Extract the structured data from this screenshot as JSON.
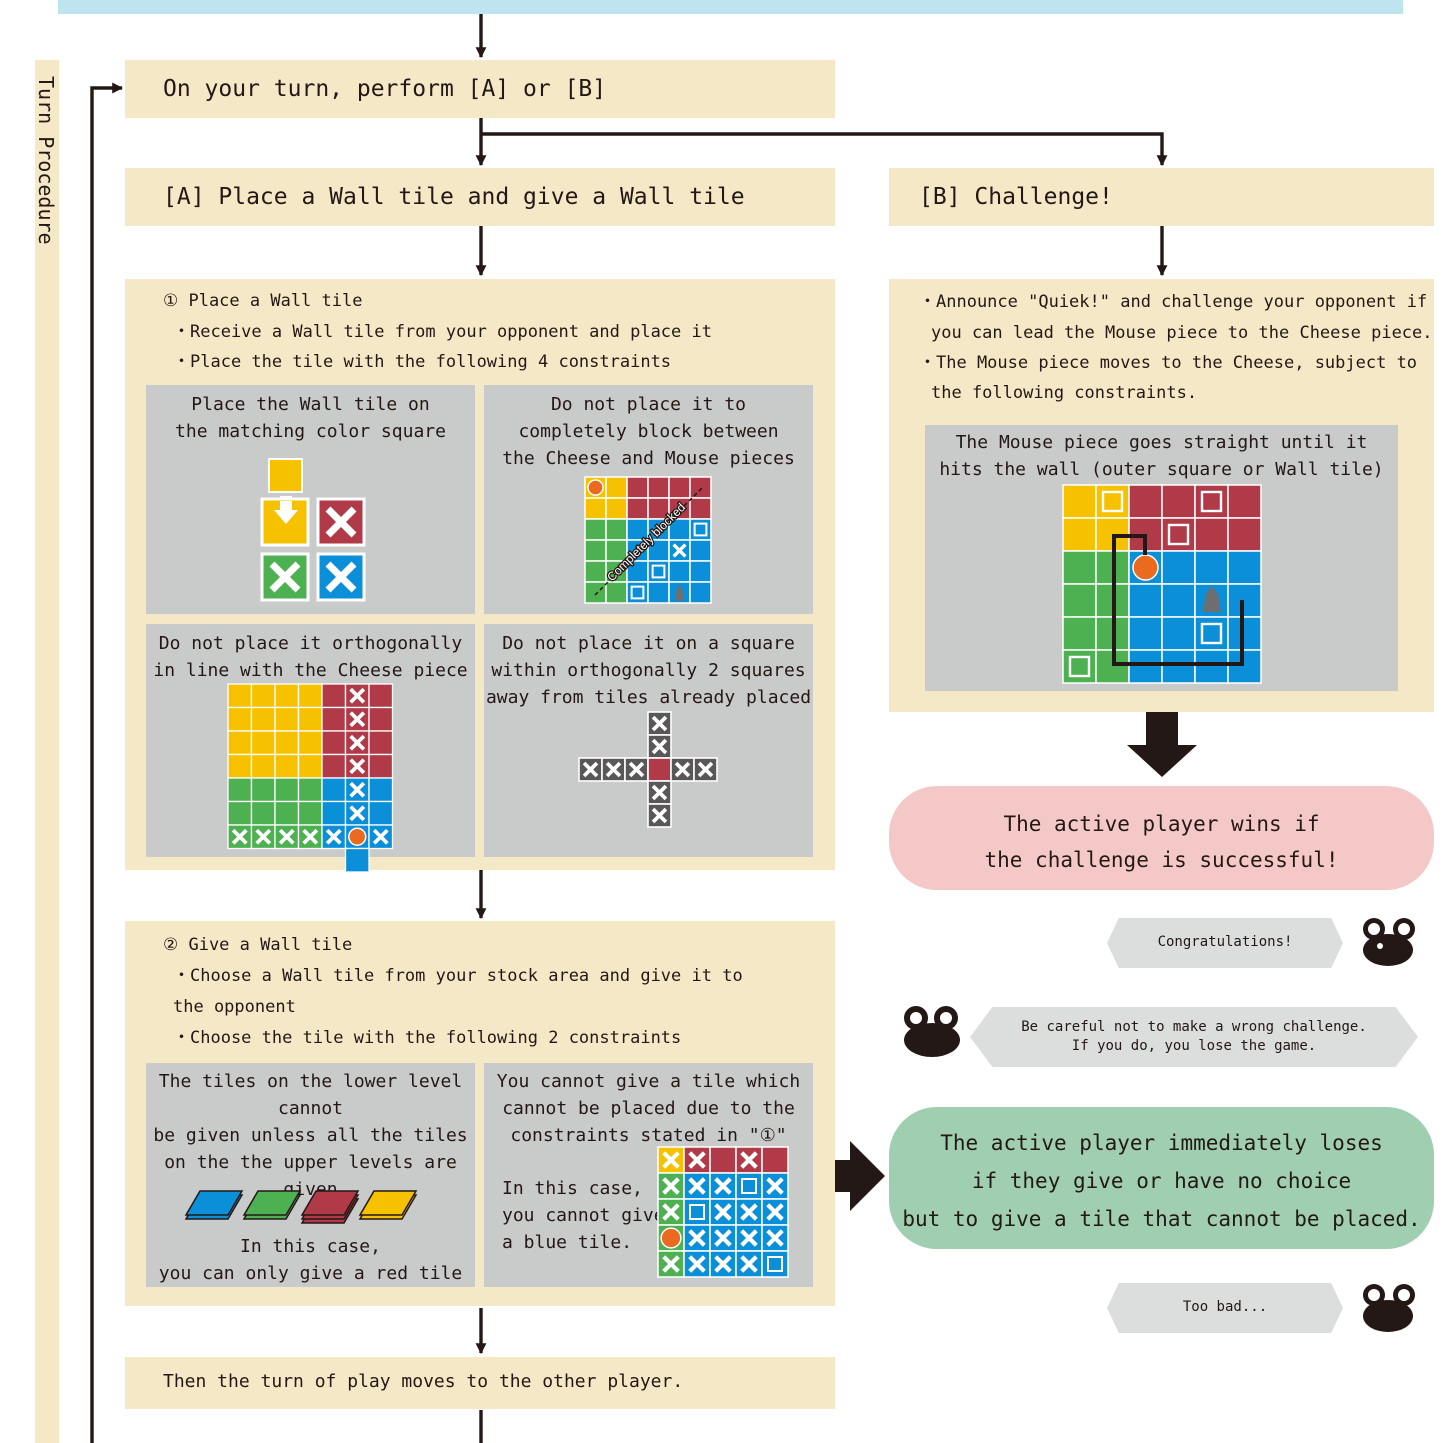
{
  "sidebar": {
    "label": "Turn Procedure"
  },
  "start": {
    "text": "On your turn, perform [A] or [B]"
  },
  "option_a": {
    "title": "[A] Place a Wall tile and give a Wall tile"
  },
  "option_b": {
    "title": "[B] Challenge!"
  },
  "place": {
    "heading": "① Place a Wall tile",
    "bullets": [
      "・Receive a Wall tile from your opponent and place it",
      "・Place the tile with the following 4 constraints"
    ],
    "panels": [
      {
        "lines": [
          "Place the Wall tile on",
          "the matching color square"
        ]
      },
      {
        "lines": [
          "Do not place it to",
          "completely block between",
          "the Cheese and Mouse pieces"
        ],
        "overlay": "Completely blocked"
      },
      {
        "lines": [
          "Do not place it orthogonally",
          "in line with the Cheese piece"
        ]
      },
      {
        "lines": [
          "Do not place it on a square",
          "within orthogonally 2 squares",
          "away from tiles already placed"
        ]
      }
    ]
  },
  "give": {
    "heading": "② Give a Wall tile",
    "bullets": [
      "・Choose a Wall tile from your stock area and give it to",
      " the opponent",
      "・Choose the tile with the following 2 constraints"
    ],
    "panels": [
      {
        "lines": [
          "The tiles on the lower level cannot",
          "be given unless all the tiles",
          "on the the upper levels are given"
        ],
        "footer": [
          "In this case,",
          "you can only give a red tile"
        ]
      },
      {
        "lines": [
          "You cannot give a tile which",
          "cannot be placed due to the",
          "constraints stated in \"①\""
        ],
        "side": [
          "In this case,",
          "you cannot give",
          "a blue tile."
        ]
      }
    ]
  },
  "end": {
    "text": "Then the turn of play moves to the other player."
  },
  "challenge": {
    "bullets": [
      "・Announce \"Quiek!\" and challenge your opponent if",
      "you can lead the Mouse piece to the Cheese piece.",
      "・The Mouse piece moves to the Cheese, subject to",
      "the following constraints."
    ],
    "panel": [
      "The Mouse piece goes straight until it",
      "hits the wall (outer square or Wall tile)"
    ]
  },
  "win": {
    "lines": [
      "The active player wins if",
      "the challenge is successful!"
    ]
  },
  "lose": {
    "lines": [
      "The active player immediately loses",
      "if they give or have no choice",
      "but to give a tile that cannot be placed."
    ]
  },
  "speech": {
    "congrats": "Congratulations!",
    "careful": [
      "Be careful not to make a wrong challenge.",
      "If you do, you lose the game."
    ],
    "toobad": "Too bad..."
  },
  "colors": {
    "yellow": "#f6c200",
    "red": "#b03a48",
    "green": "#4db152",
    "blue": "#0a8fd8",
    "orange": "#ea6a20",
    "beige": "#f4e8c6",
    "panel": "#c9caca",
    "pink": "#f5c8c8",
    "mint": "#9fcfb0",
    "line": "#231815"
  }
}
